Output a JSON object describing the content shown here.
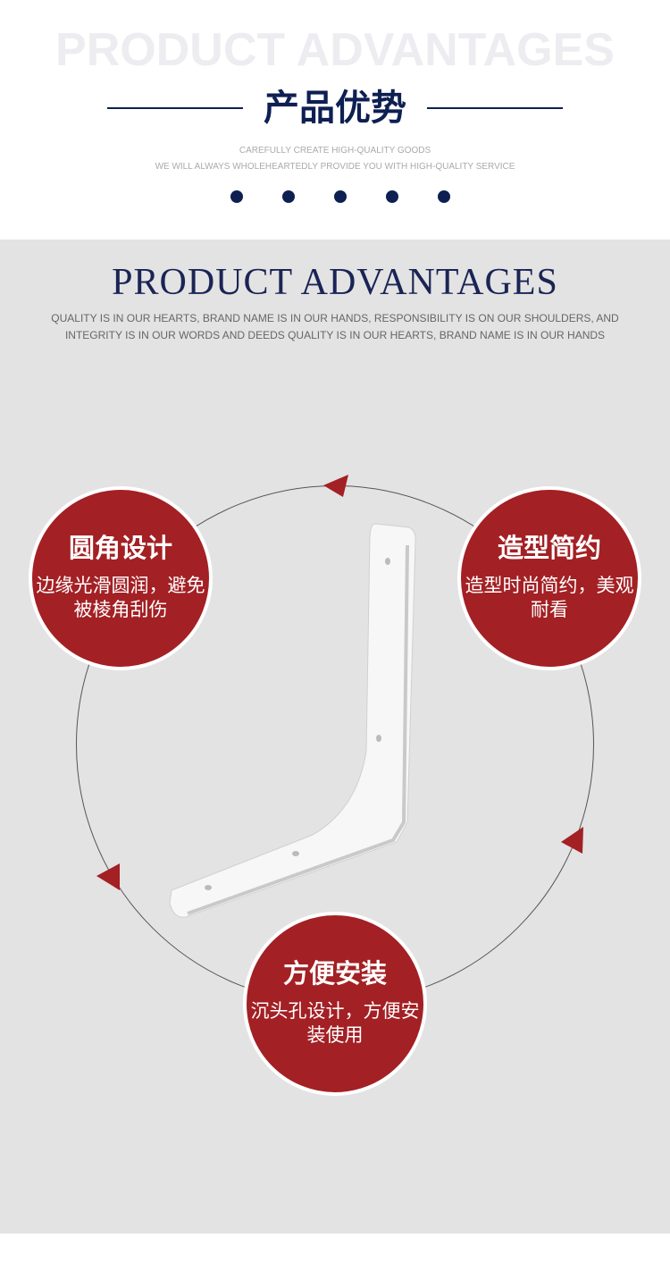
{
  "header": {
    "watermark": "PRODUCT ADVANTAGES",
    "title_cn": "产品优势",
    "sub1": "CAREFULLY CREATE HIGH-QUALITY GOODS",
    "sub2": "WE WILL ALWAYS WHOLEHEARTEDLY PROVIDE YOU WITH HIGH-QUALITY SERVICE"
  },
  "section": {
    "title": "PRODUCT ADVANTAGES",
    "desc": "QUALITY IS IN OUR HEARTS, BRAND NAME IS IN OUR HANDS, RESPONSIBILITY IS ON OUR SHOULDERS, AND INTEGRITY IS IN OUR WORDS AND DEEDS QUALITY IS IN OUR HEARTS, BRAND NAME IS IN OUR HANDS"
  },
  "features": [
    {
      "title": "圆角设计",
      "text": "边缘光滑圆润，避免被棱角刮伤"
    },
    {
      "title": "造型简约",
      "text": "造型时尚简约，美观耐看"
    },
    {
      "title": "方便安装",
      "text": "沉头孔设计，方便安装使用"
    }
  ],
  "colors": {
    "accent": "#a32024",
    "navy": "#0e1f52",
    "bg": "#e3e3e3"
  }
}
